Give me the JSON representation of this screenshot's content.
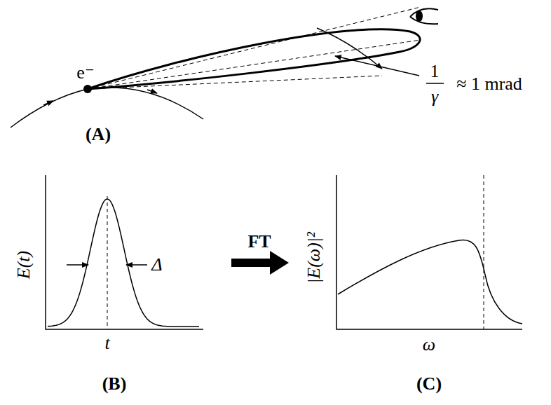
{
  "diagram": {
    "labels": [
      "e⁻",
      "1",
      "γ",
      "≈ 1 mrad",
      "(A)",
      "E(t)",
      "Δ",
      "t",
      "(B)",
      "FT",
      "|E(ω)|²",
      "ω",
      "(C)"
    ]
  }
}
